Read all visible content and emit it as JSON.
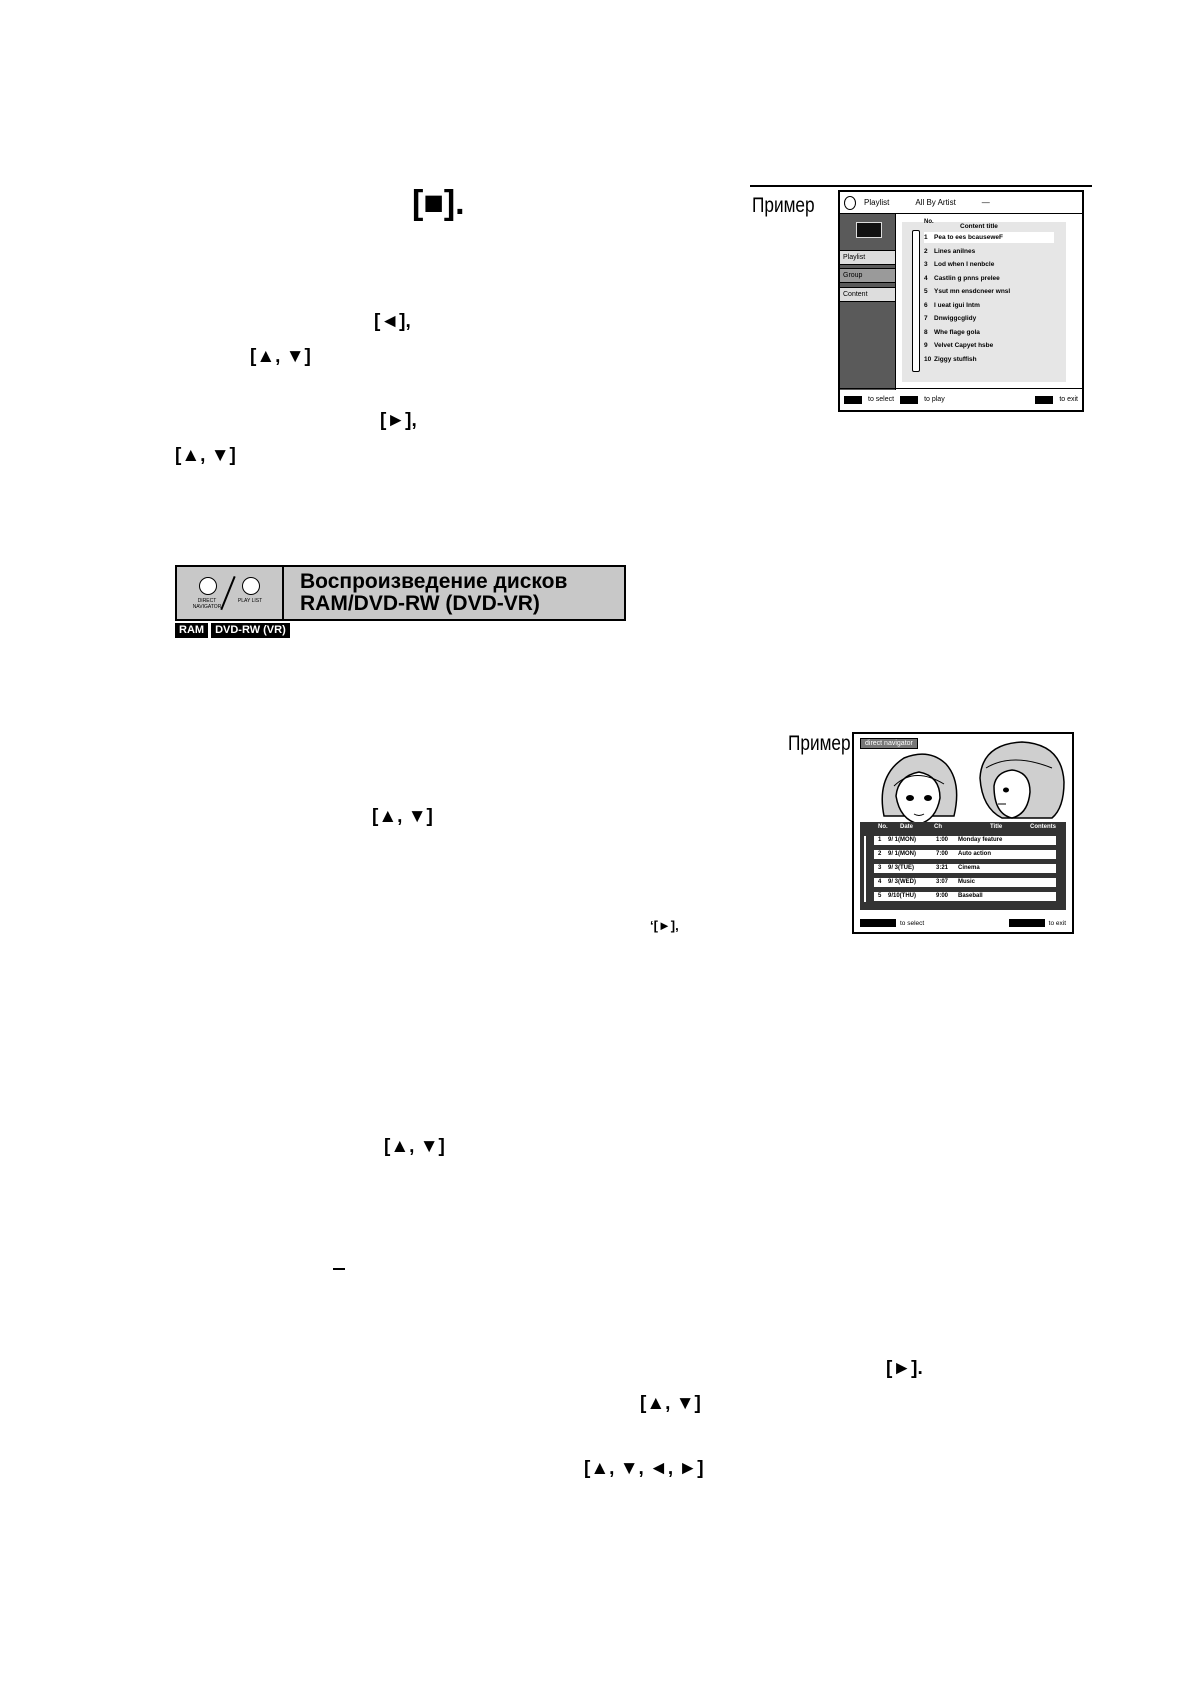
{
  "keys": {
    "stop": "[■].",
    "left": "[◄],",
    "updown_1": "[▲, ▼]",
    "right": "[►],",
    "updown_2": "[▲, ▼]",
    "updown_3": "[▲, ▼]",
    "right_2": "‘[►],",
    "updown_4": "[▲, ▼]",
    "right_3": "[►].",
    "updown_5": "[▲, ▼]",
    "all_arrows": "[▲, ▼, ◄, ►]"
  },
  "example_label": "Пример",
  "screen1": {
    "top_items": [
      "Playlist",
      "All By Artist",
      "—"
    ],
    "tabs": [
      "Playlist",
      "Group",
      "Content"
    ],
    "header_no": "No.",
    "header_title": "Content title",
    "rows": [
      {
        "n": "1",
        "t": "Pea to ees bcauseweF"
      },
      {
        "n": "2",
        "t": "Lines aniInes"
      },
      {
        "n": "3",
        "t": "Lod when I nenbcle"
      },
      {
        "n": "4",
        "t": "Castlin g pnns prelee"
      },
      {
        "n": "5",
        "t": "Ysut mn ensdcneer wnsl"
      },
      {
        "n": "6",
        "t": "I ueat igui Intm"
      },
      {
        "n": "7",
        "t": "Dnwiggcglidy"
      },
      {
        "n": "8",
        "t": "Whe flage gola"
      },
      {
        "n": "9",
        "t": "Velvet Capyet hsbe"
      },
      {
        "n": "10",
        "t": "Ziggy stuffish"
      }
    ],
    "foot": [
      "to select",
      "to play",
      "to exit"
    ]
  },
  "section": {
    "title_line1": "Воспроизведение дисков",
    "title_line2": "RAM/DVD-RW (DVD-VR)",
    "icon1_caption": "DIRECT NAVIGATOR",
    "icon2_caption": "PLAY LIST",
    "badges": [
      "RAM",
      "DVD-RW (VR)"
    ]
  },
  "screen2": {
    "label": "direct navigator",
    "headers": [
      "No.",
      "Date",
      "Ch",
      "Title",
      "Contents"
    ],
    "rows": [
      {
        "no": "1",
        "date": "9/ 1(MON)",
        "ch": "1:00",
        "title": "Monday feature"
      },
      {
        "no": "2",
        "date": "9/ 1(MON)",
        "ch": "7:00",
        "title": "Auto action"
      },
      {
        "no": "3",
        "date": "9/ 3(TUE)",
        "ch": "3:21",
        "title": "Cinema"
      },
      {
        "no": "4",
        "date": "9/ 3(WED)",
        "ch": "3:07",
        "title": "Music"
      },
      {
        "no": "5",
        "date": "9/10(THU)",
        "ch": "9:00",
        "title": "Baseball"
      }
    ],
    "foot": [
      "to select",
      "to exit"
    ]
  }
}
